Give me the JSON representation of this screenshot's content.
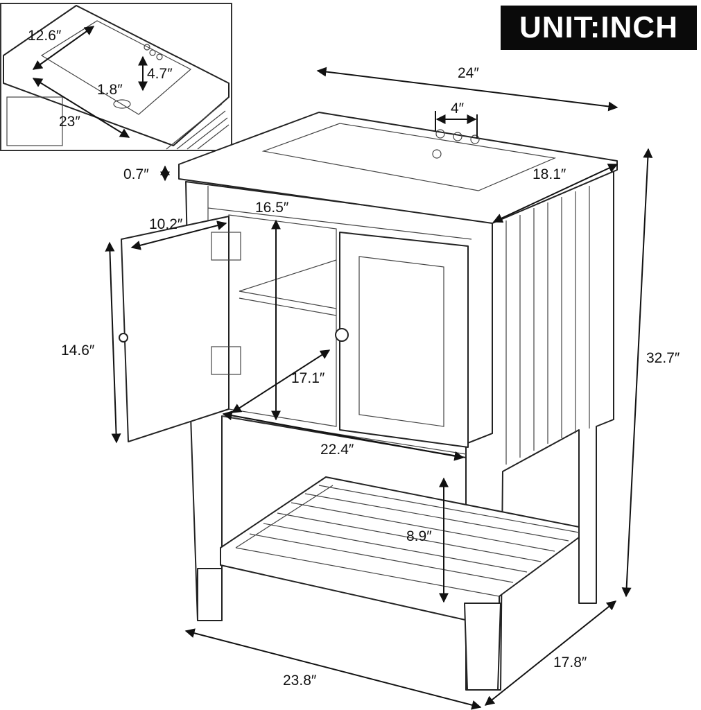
{
  "unit_label": "UNIT:INCH",
  "inset": {
    "basin_width": "12.6″",
    "basin_depth": "4.7″",
    "drain": "1.8″",
    "top_width": "23″"
  },
  "dimensions": {
    "overall_width": "24″",
    "faucet_spacing": "4″",
    "top_depth": "18.1″",
    "top_thickness": "0.7″",
    "cabinet_interior_height": "16.5″",
    "door_width": "10.2″",
    "door_height": "14.6″",
    "cabinet_interior_depth": "17.1″",
    "cabinet_interior_width": "22.4″",
    "overall_height": "32.7″",
    "bottom_shelf_clearance": "8.9″",
    "base_width": "23.8″",
    "base_depth": "17.8″"
  }
}
